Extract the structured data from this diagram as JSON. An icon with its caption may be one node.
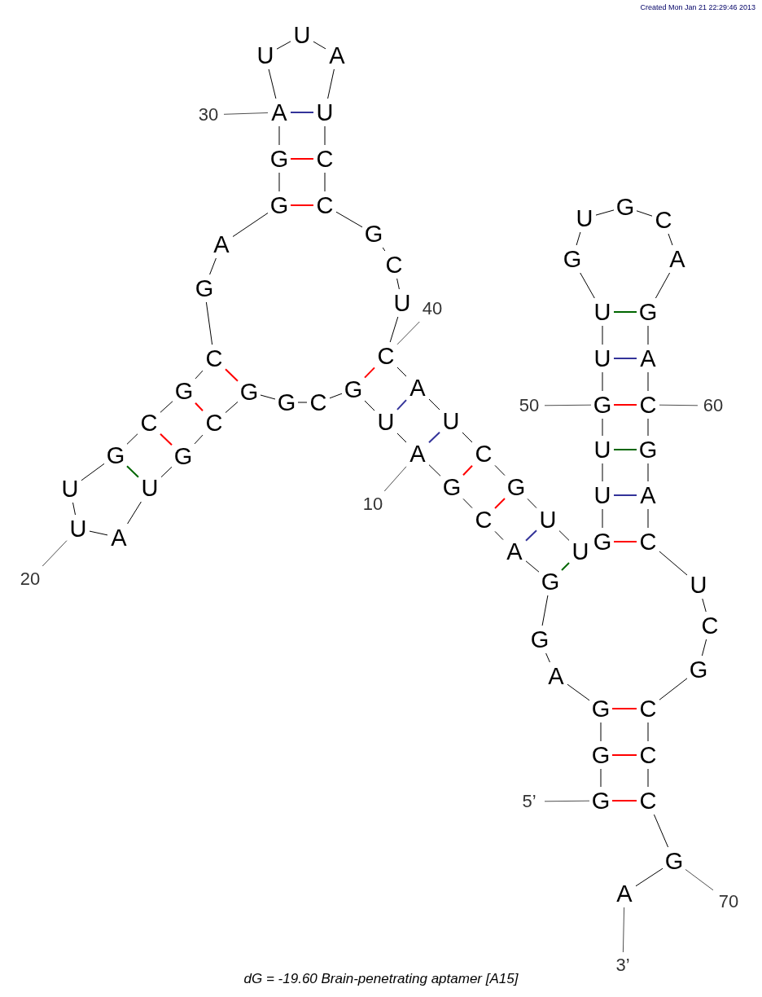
{
  "diagram": {
    "caption": "dG = -19.60 Brain-penetrating aptamer [A15]",
    "nodes": [
      {
        "text": [
          "G"
        ]
      },
      {
        "text": [
          "G"
        ]
      },
      {
        "text": [
          "G"
        ]
      },
      {
        "text": [
          "A"
        ]
      },
      {
        "text": [
          "G"
        ]
      },
      {
        "text": [
          "G"
        ]
      },
      {
        "text": [
          "A"
        ]
      },
      {
        "text": [
          "C"
        ]
      },
      {
        "text": [
          "G"
        ]
      },
      {
        "text": [
          "A"
        ]
      },
      {
        "text": [
          "U"
        ]
      },
      {
        "text": [
          "G"
        ]
      },
      {
        "text": [
          "C"
        ]
      },
      {
        "text": [
          "G"
        ]
      },
      {
        "text": [
          "G"
        ]
      },
      {
        "text": [
          "C"
        ]
      },
      {
        "text": [
          "G"
        ]
      },
      {
        "text": [
          "U"
        ]
      },
      {
        "text": [
          "A"
        ]
      },
      {
        "text": [
          "U"
        ]
      },
      {
        "text": [
          "U"
        ]
      },
      {
        "text": [
          "G"
        ]
      },
      {
        "text": [
          "C"
        ]
      },
      {
        "text": [
          "G"
        ]
      },
      {
        "text": [
          "C"
        ]
      },
      {
        "text": [
          "G"
        ]
      },
      {
        "text": [
          "A"
        ]
      },
      {
        "text": [
          "G"
        ]
      },
      {
        "text": [
          "G"
        ]
      },
      {
        "text": [
          "A"
        ]
      },
      {
        "text": [
          "U"
        ]
      },
      {
        "text": [
          "U"
        ]
      },
      {
        "text": [
          "A"
        ]
      },
      {
        "text": [
          "U"
        ]
      },
      {
        "text": [
          "C"
        ]
      },
      {
        "text": [
          "C"
        ]
      },
      {
        "text": [
          "G"
        ]
      },
      {
        "text": [
          "C"
        ]
      },
      {
        "text": [
          "U"
        ]
      },
      {
        "text": [
          "C"
        ]
      },
      {
        "text": [
          "A"
        ]
      },
      {
        "text": [
          "U"
        ]
      },
      {
        "text": [
          "C"
        ]
      },
      {
        "text": [
          "G"
        ]
      },
      {
        "text": [
          "U"
        ]
      },
      {
        "text": [
          "U"
        ]
      },
      {
        "text": [
          "G"
        ]
      },
      {
        "text": [
          "U"
        ]
      },
      {
        "text": [
          "U"
        ]
      },
      {
        "text": [
          "G"
        ]
      },
      {
        "text": [
          "U"
        ]
      },
      {
        "text": [
          "U"
        ]
      },
      {
        "text": [
          "G"
        ]
      },
      {
        "text": [
          "U"
        ]
      },
      {
        "text": [
          "G"
        ]
      },
      {
        "text": [
          "C"
        ]
      },
      {
        "text": [
          "A"
        ]
      },
      {
        "text": [
          "G"
        ]
      },
      {
        "text": [
          "A"
        ]
      },
      {
        "text": [
          "C"
        ]
      },
      {
        "text": [
          "G"
        ]
      },
      {
        "text": [
          "A"
        ]
      },
      {
        "text": [
          "C"
        ]
      },
      {
        "text": [
          "U"
        ]
      },
      {
        "text": [
          "C"
        ]
      },
      {
        "text": [
          "G"
        ]
      },
      {
        "text": [
          "C"
        ]
      },
      {
        "text": [
          "C"
        ]
      },
      {
        "text": [
          "C"
        ]
      },
      {
        "text": [
          "G"
        ]
      },
      {
        "text": [
          "A"
        ]
      },
      {
        "text": [
          "30"
        ]
      },
      {
        "text": [
          "40"
        ]
      },
      {
        "text": [
          "50"
        ]
      },
      {
        "text": [
          "60"
        ]
      },
      {
        "text": [
          "10"
        ]
      },
      {
        "text": [
          "20"
        ]
      },
      {
        "text": [
          "5’"
        ]
      },
      {
        "text": [
          "70"
        ]
      },
      {
        "text": [
          "3’"
        ]
      }
    ],
    "edges": [
      {
        "from": 0,
        "to": 1,
        "arrow": "none"
      },
      {
        "from": 1,
        "to": 2,
        "arrow": "none"
      },
      {
        "from": 2,
        "to": 3,
        "arrow": "none"
      },
      {
        "from": 3,
        "to": 4,
        "arrow": "none"
      },
      {
        "from": 4,
        "to": 5,
        "arrow": "none"
      },
      {
        "from": 5,
        "to": 6,
        "arrow": "none"
      },
      {
        "from": 6,
        "to": 7,
        "arrow": "none"
      },
      {
        "from": 7,
        "to": 8,
        "arrow": "none"
      },
      {
        "from": 8,
        "to": 9,
        "arrow": "none"
      },
      {
        "from": 9,
        "to": 10,
        "arrow": "none"
      },
      {
        "from": 10,
        "to": 11,
        "arrow": "none"
      },
      {
        "from": 11,
        "to": 12,
        "arrow": "none"
      },
      {
        "from": 12,
        "to": 13,
        "arrow": "none"
      },
      {
        "from": 13,
        "to": 14,
        "arrow": "none"
      },
      {
        "from": 14,
        "to": 15,
        "arrow": "none"
      },
      {
        "from": 15,
        "to": 16,
        "arrow": "none"
      },
      {
        "from": 16,
        "to": 17,
        "arrow": "none"
      },
      {
        "from": 17,
        "to": 18,
        "arrow": "none"
      },
      {
        "from": 18,
        "to": 19,
        "arrow": "none"
      },
      {
        "from": 19,
        "to": 20,
        "arrow": "none"
      },
      {
        "from": 20,
        "to": 21,
        "arrow": "none"
      },
      {
        "from": 21,
        "to": 22,
        "arrow": "none"
      },
      {
        "from": 22,
        "to": 23,
        "arrow": "none"
      },
      {
        "from": 23,
        "to": 24,
        "arrow": "none"
      },
      {
        "from": 24,
        "to": 25,
        "arrow": "none"
      },
      {
        "from": 25,
        "to": 26,
        "arrow": "none"
      },
      {
        "from": 26,
        "to": 27,
        "arrow": "none"
      },
      {
        "from": 27,
        "to": 28,
        "arrow": "none"
      },
      {
        "from": 28,
        "to": 29,
        "arrow": "none"
      },
      {
        "from": 29,
        "to": 30,
        "arrow": "none"
      },
      {
        "from": 30,
        "to": 31,
        "arrow": "none"
      },
      {
        "from": 31,
        "to": 32,
        "arrow": "none"
      },
      {
        "from": 32,
        "to": 33,
        "arrow": "none"
      },
      {
        "from": 33,
        "to": 34,
        "arrow": "none"
      },
      {
        "from": 34,
        "to": 35,
        "arrow": "none"
      },
      {
        "from": 35,
        "to": 36,
        "arrow": "none"
      },
      {
        "from": 36,
        "to": 37,
        "arrow": "none"
      },
      {
        "from": 37,
        "to": 38,
        "arrow": "none"
      },
      {
        "from": 38,
        "to": 39,
        "arrow": "none"
      },
      {
        "from": 39,
        "to": 40,
        "arrow": "none"
      },
      {
        "from": 40,
        "to": 41,
        "arrow": "none"
      },
      {
        "from": 41,
        "to": 42,
        "arrow": "none"
      },
      {
        "from": 42,
        "to": 43,
        "arrow": "none"
      },
      {
        "from": 43,
        "to": 44,
        "arrow": "none"
      },
      {
        "from": 44,
        "to": 45,
        "arrow": "none"
      },
      {
        "from": 46,
        "to": 47,
        "arrow": "none"
      },
      {
        "from": 47,
        "to": 48,
        "arrow": "none"
      },
      {
        "from": 48,
        "to": 49,
        "arrow": "none"
      },
      {
        "from": 49,
        "to": 50,
        "arrow": "none"
      },
      {
        "from": 50,
        "to": 51,
        "arrow": "none"
      },
      {
        "from": 51,
        "to": 52,
        "arrow": "none"
      },
      {
        "from": 52,
        "to": 53,
        "arrow": "none"
      },
      {
        "from": 53,
        "to": 54,
        "arrow": "none"
      },
      {
        "from": 54,
        "to": 55,
        "arrow": "none"
      },
      {
        "from": 55,
        "to": 56,
        "arrow": "none"
      },
      {
        "from": 56,
        "to": 57,
        "arrow": "none"
      },
      {
        "from": 57,
        "to": 58,
        "arrow": "none"
      },
      {
        "from": 58,
        "to": 59,
        "arrow": "none"
      },
      {
        "from": 59,
        "to": 60,
        "arrow": "none"
      },
      {
        "from": 60,
        "to": 61,
        "arrow": "none"
      },
      {
        "from": 61,
        "to": 62,
        "arrow": "none"
      },
      {
        "from": 62,
        "to": 63,
        "arrow": "none"
      },
      {
        "from": 63,
        "to": 64,
        "arrow": "none"
      },
      {
        "from": 64,
        "to": 65,
        "arrow": "none"
      },
      {
        "from": 65,
        "to": 66,
        "arrow": "none"
      },
      {
        "from": 66,
        "to": 67,
        "arrow": "none"
      },
      {
        "from": 67,
        "to": 68,
        "arrow": "none"
      },
      {
        "from": 68,
        "to": 69,
        "arrow": "none"
      },
      {
        "from": 69,
        "to": 70,
        "arrow": "none"
      },
      {
        "from": 0,
        "to": 68,
        "arrow": "none",
        "color": "#ff0000"
      },
      {
        "from": 1,
        "to": 67,
        "arrow": "none",
        "color": "#ff0000"
      },
      {
        "from": 2,
        "to": 66,
        "arrow": "none",
        "color": "#ff0000"
      },
      {
        "from": 5,
        "to": 45,
        "arrow": "none",
        "color": "#006600"
      },
      {
        "from": 6,
        "to": 44,
        "arrow": "none",
        "color": "#333399"
      },
      {
        "from": 7,
        "to": 43,
        "arrow": "none",
        "color": "#ff0000"
      },
      {
        "from": 8,
        "to": 42,
        "arrow": "none",
        "color": "#ff0000"
      },
      {
        "from": 9,
        "to": 41,
        "arrow": "none",
        "color": "#333399"
      },
      {
        "from": 10,
        "to": 40,
        "arrow": "none",
        "color": "#333399"
      },
      {
        "from": 11,
        "to": 39,
        "arrow": "none",
        "color": "#ff0000"
      },
      {
        "from": 14,
        "to": 24,
        "arrow": "none",
        "color": "#ff0000"
      },
      {
        "from": 15,
        "to": 23,
        "arrow": "none",
        "color": "#ff0000"
      },
      {
        "from": 16,
        "to": 22,
        "arrow": "none",
        "color": "#ff0000"
      },
      {
        "from": 17,
        "to": 21,
        "arrow": "none",
        "color": "#006600"
      },
      {
        "from": 27,
        "to": 35,
        "arrow": "none",
        "color": "#ff0000"
      },
      {
        "from": 28,
        "to": 34,
        "arrow": "none",
        "color": "#ff0000"
      },
      {
        "from": 29,
        "to": 33,
        "arrow": "none",
        "color": "#333399"
      },
      {
        "from": 46,
        "to": 62,
        "arrow": "none",
        "color": "#ff0000"
      },
      {
        "from": 47,
        "to": 61,
        "arrow": "none",
        "color": "#333399"
      },
      {
        "from": 48,
        "to": 60,
        "arrow": "none",
        "color": "#006600"
      },
      {
        "from": 49,
        "to": 59,
        "arrow": "none",
        "color": "#ff0000"
      },
      {
        "from": 50,
        "to": 58,
        "arrow": "none",
        "color": "#333399"
      },
      {
        "from": 51,
        "to": 57,
        "arrow": "none",
        "color": "#006600"
      },
      {
        "from": 71,
        "to": 29,
        "arrow": "none"
      },
      {
        "from": 72,
        "to": 39,
        "arrow": "none"
      },
      {
        "from": 73,
        "to": 49,
        "arrow": "none"
      },
      {
        "from": 74,
        "to": 59,
        "arrow": "none"
      },
      {
        "from": 75,
        "to": 9,
        "arrow": "none"
      },
      {
        "from": 76,
        "to": 19,
        "arrow": "none"
      },
      {
        "from": 77,
        "to": 0,
        "arrow": "none"
      },
      {
        "from": 78,
        "to": 69,
        "arrow": "none"
      },
      {
        "from": 79,
        "to": 70,
        "arrow": "none"
      }
    ],
    "labels": [
      "Created Mon Jan 21 22:29:46 2013"
    ]
  }
}
